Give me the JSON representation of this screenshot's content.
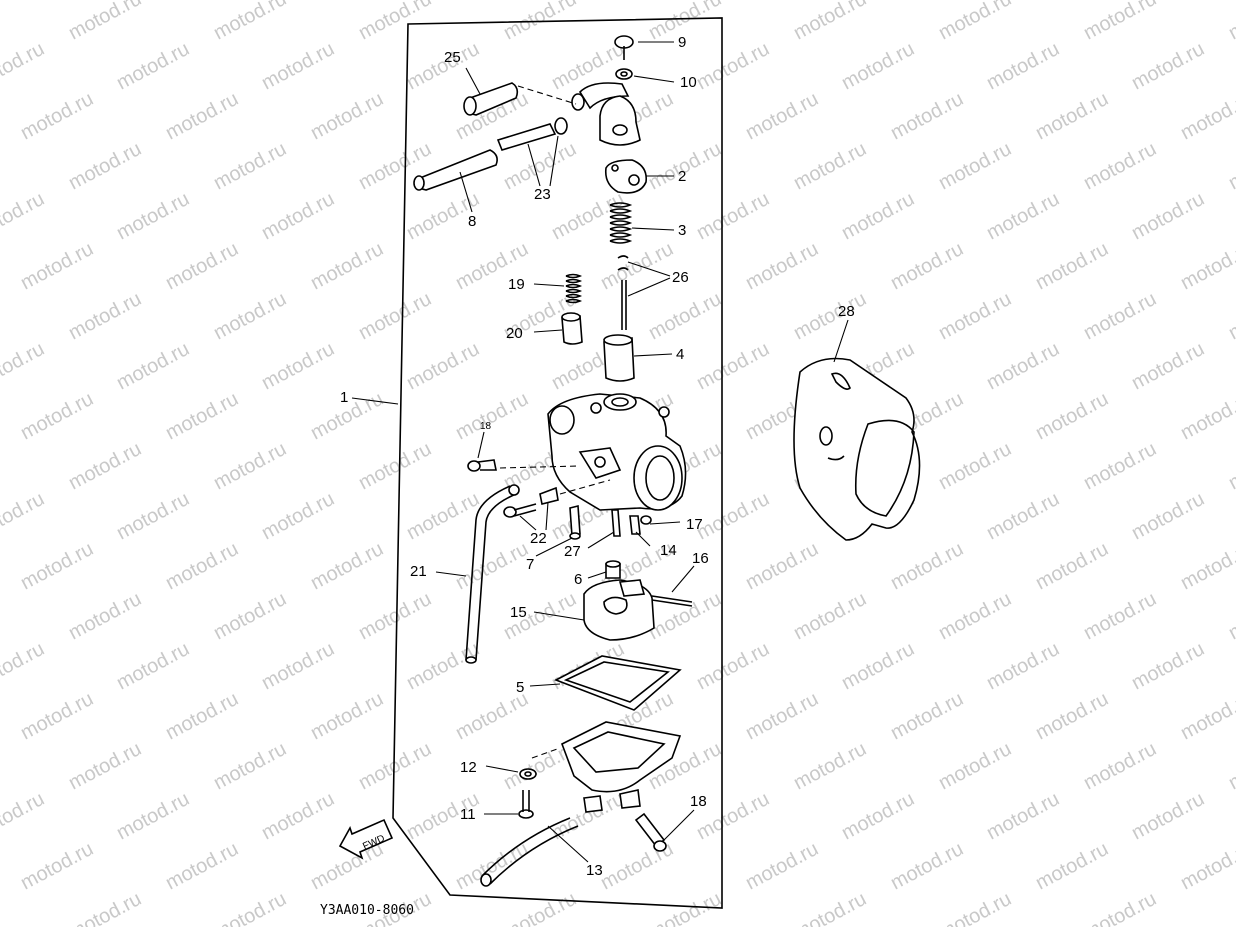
{
  "watermark": "motod.ru",
  "drawing_code": "Y3AA010-8060",
  "direction_marker": "FWD",
  "callouts": {
    "c1": "1",
    "c2": "2",
    "c3": "3",
    "c4": "4",
    "c5": "5",
    "c6": "6",
    "c7": "7",
    "c8": "8",
    "c9": "9",
    "c10": "10",
    "c11": "11",
    "c12": "12",
    "c13": "13",
    "c14": "14",
    "c15": "15",
    "c16": "16",
    "c17": "17",
    "c18a": "18",
    "c18b": "18",
    "c19": "19",
    "c20": "20",
    "c21": "21",
    "c22": "22",
    "c23": "23",
    "c25": "25",
    "c26": "26",
    "c27": "27",
    "c28": "28"
  }
}
